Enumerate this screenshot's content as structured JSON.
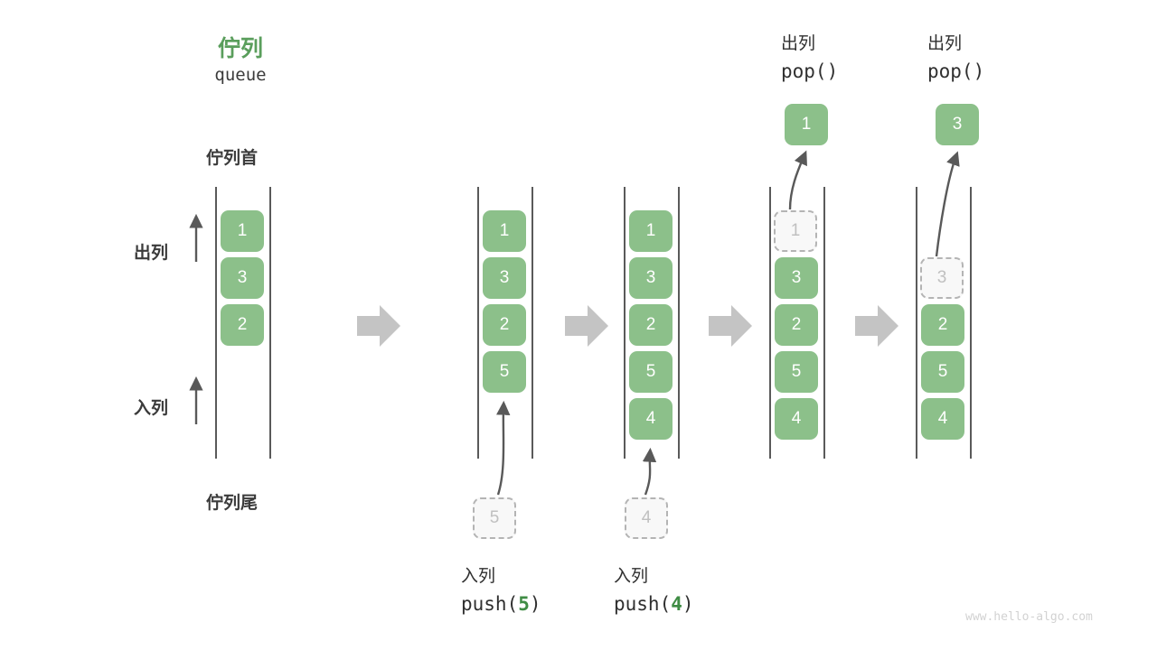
{
  "diagram": {
    "title_cn": "佇列",
    "title_code": "queue",
    "head_label": "佇列首",
    "tail_label": "佇列尾",
    "dequeue_label": "出列",
    "enqueue_label": "入列",
    "watermark": "www.hello-algo.com",
    "colors": {
      "element": "#8cc08a",
      "accent": "#5a9e5c",
      "ghost_fill": "#f8f8f8",
      "ghost_border": "#b4b4b4",
      "ghost_text": "#c0c0c0",
      "rail": "#5a5a5a",
      "arrow": "#595959",
      "step_arrow": "#c4c4c4",
      "text": "#2f2f2f",
      "watermark": "#d2d2d2"
    },
    "stages": [
      {
        "name": "initial",
        "elements": [
          "1",
          "3",
          "2"
        ],
        "ghost_top": null,
        "ghost_bottom": null,
        "popped": null,
        "empty_slots_top": 0,
        "top_caption_cn": null,
        "top_caption_code": null,
        "bottom_caption_cn": null,
        "bottom_caption_code": null
      },
      {
        "name": "push-5",
        "elements": [
          "1",
          "3",
          "2",
          "5"
        ],
        "ghost_top": null,
        "ghost_bottom": "5",
        "popped": null,
        "empty_slots_top": 0,
        "top_caption_cn": null,
        "top_caption_code": null,
        "bottom_caption_cn": "入列",
        "bottom_caption_code": "push(5)",
        "bottom_caption_arg": "5"
      },
      {
        "name": "push-4",
        "elements": [
          "1",
          "3",
          "2",
          "5",
          "4"
        ],
        "ghost_top": null,
        "ghost_bottom": "4",
        "popped": null,
        "empty_slots_top": 0,
        "top_caption_cn": "",
        "top_caption_code": "",
        "bottom_caption_cn": "入列",
        "bottom_caption_code": "push(4)",
        "bottom_caption_arg": "4"
      },
      {
        "name": "pop-1",
        "elements": [
          "3",
          "2",
          "5",
          "4"
        ],
        "ghost_top": "1",
        "ghost_bottom": null,
        "popped": "1",
        "empty_slots_top": 0,
        "top_caption_cn": "出列",
        "top_caption_code": "pop()",
        "bottom_caption_cn": null,
        "bottom_caption_code": null
      },
      {
        "name": "pop-3",
        "elements": [
          "2",
          "5",
          "4"
        ],
        "ghost_top": "3",
        "ghost_bottom": null,
        "popped": "3",
        "empty_slots_top": 1,
        "top_caption_cn": "出列",
        "top_caption_code": "pop()",
        "bottom_caption_cn": null,
        "bottom_caption_code": null
      }
    ]
  }
}
